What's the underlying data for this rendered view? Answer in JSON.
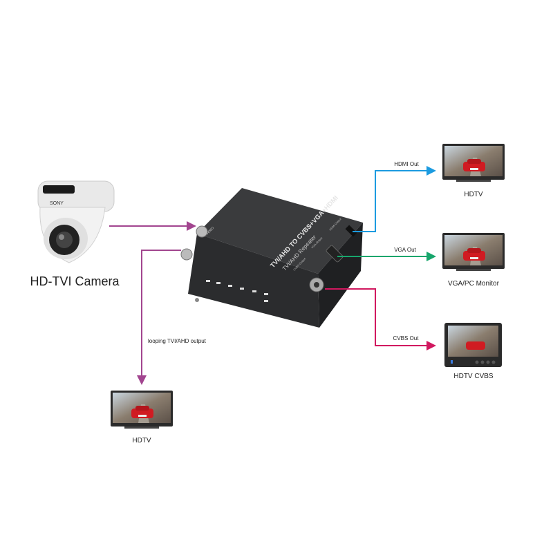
{
  "colors": {
    "input": "#a2458f",
    "hdmi": "#1c9be0",
    "vga": "#17a66c",
    "cvbs": "#d1185f"
  },
  "camera": {
    "label": "HD-TVI Camera",
    "brand": "SONY"
  },
  "device": {
    "title": "TVI/AHD TO CVBS+VGA+HDMI",
    "subtitle": "TVI/AHD Repeater",
    "ports": {
      "hdmi": "HDMI Output",
      "vga": "VGA Output",
      "cvbs": "CVBS Output",
      "video": "VIDEO"
    }
  },
  "connections": {
    "loop_label": "looping TVI/AHD output",
    "hdmi_label": "HDMI Out",
    "vga_label": "VGA Out",
    "cvbs_label": "CVBS Out"
  },
  "displays": {
    "loop": "HDTV",
    "hdmi": "HDTV",
    "vga": "VGA/PC Monitor",
    "cvbs": "HDTV CVBS"
  }
}
